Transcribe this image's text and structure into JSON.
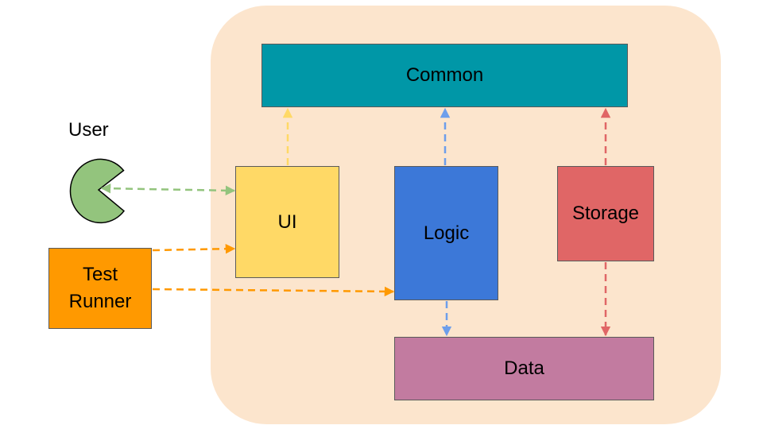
{
  "diagram": {
    "user": {
      "label": "User",
      "icon": "pacman-user-icon",
      "color": "#93c47d"
    },
    "components": {
      "common": {
        "label": "Common",
        "color": "#0097a7"
      },
      "ui": {
        "label": "UI",
        "color": "#ffd966"
      },
      "logic": {
        "label": "Logic",
        "color": "#3c78d8"
      },
      "storage": {
        "label": "Storage",
        "color": "#e06666"
      },
      "data": {
        "label": "Data",
        "color": "#c27ba0"
      },
      "test_runner": {
        "label_line1": "Test",
        "label_line2": "Runner",
        "color": "#ff9900"
      }
    },
    "container_color": "#fce5cd",
    "connections": [
      {
        "from": "User",
        "to": "UI",
        "style": "dashed",
        "direction": "both",
        "color": "#93c47d"
      },
      {
        "from": "Test Runner",
        "to": "UI",
        "style": "dashed",
        "direction": "forward",
        "color": "#ff9900"
      },
      {
        "from": "Test Runner",
        "to": "Logic",
        "style": "dashed",
        "direction": "forward",
        "color": "#ff9900"
      },
      {
        "from": "UI",
        "to": "Common",
        "style": "dashed",
        "direction": "forward",
        "color": "#ffd966"
      },
      {
        "from": "Logic",
        "to": "Common",
        "style": "dashed",
        "direction": "forward",
        "color": "#6d9eeb"
      },
      {
        "from": "Storage",
        "to": "Common",
        "style": "dashed",
        "direction": "forward",
        "color": "#e06666"
      },
      {
        "from": "Logic",
        "to": "Data",
        "style": "dashed",
        "direction": "forward",
        "color": "#6d9eeb"
      },
      {
        "from": "Storage",
        "to": "Data",
        "style": "dashed",
        "direction": "forward",
        "color": "#e06666"
      }
    ]
  }
}
